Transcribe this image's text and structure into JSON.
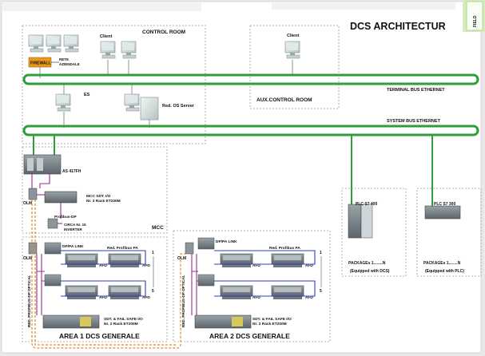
{
  "title": "DCS ARCHITECTUR",
  "tab": {
    "label": "FIELD"
  },
  "control_room": {
    "title": "CONTROL ROOM",
    "client_label": "Client",
    "firewall_label": "FIREWALL",
    "rete_label_1": "RETE",
    "rete_label_2": "AZIENDALE",
    "es_label": "ES",
    "red_os_label": "Red. OS Server"
  },
  "aux_room": {
    "title": "AUX.CONTROL ROOM",
    "client_label": "Client"
  },
  "buses": {
    "terminal": "TERMINAL BUS ETHERNET",
    "system": "SYSTEM  BUS ETHERNET"
  },
  "mcc": {
    "title": "MCC",
    "as_label": "AS 417FH",
    "olm_label": "OLM",
    "sdt_label_1": "MCC SDT.  I/O",
    "sdt_label_2": "Nr. 3 Rack ET200M",
    "profibus_label": "Profibus-DP",
    "inverter_label_1": "CIRCA Nr. 15",
    "inverter_label_2": "INVERTER"
  },
  "area1": {
    "olm_label": "OLM",
    "dppa_label": "DP/PA LINK",
    "red_pa_label": "Red. Profibus PA",
    "afd_label": "AFD",
    "num_1": "1",
    "num_5": "5",
    "optical_label": "RED. PROFIBUS-DP OPTICAL",
    "sdt_label_1": "SDT. & FAIL SAFE I/O",
    "sdt_label_2": "Nr. 2 Rack ET200M",
    "title": "AREA 1   DCS   GENERALE"
  },
  "area2": {
    "olm_label": "OLM",
    "dppa_label": "DP/PA LINK",
    "red_pa_label": "Red. Profibus PA",
    "afd_label": "AFD",
    "num_1": "1",
    "num_5": "5",
    "optical_label": "RED. PROFIBUS-DP OPTICAL",
    "sdt_label_1": "SDT. & FAIL SAFE I/O",
    "sdt_label_2": "Nr. 2 Rack ET200M",
    "title": "AREA 2   DCS   GENERALE"
  },
  "plc400": {
    "label": "PLC S7 400",
    "packages": "PACKAGEs   1........N",
    "equipped": "(Equipped with DCS)"
  },
  "plc300": {
    "label": "PLC S7 300",
    "packages": "PACKAGEs   1........N",
    "equipped": "(Equipped with PLC)"
  },
  "colors": {
    "bus": "#2d9e3a",
    "profibus_dp": "#9b2a8e",
    "profibus_pa": "#2c3fb5",
    "optical": "#e08a2a",
    "firewall": "#e89a1c",
    "title_tab": "#a6d37a"
  }
}
